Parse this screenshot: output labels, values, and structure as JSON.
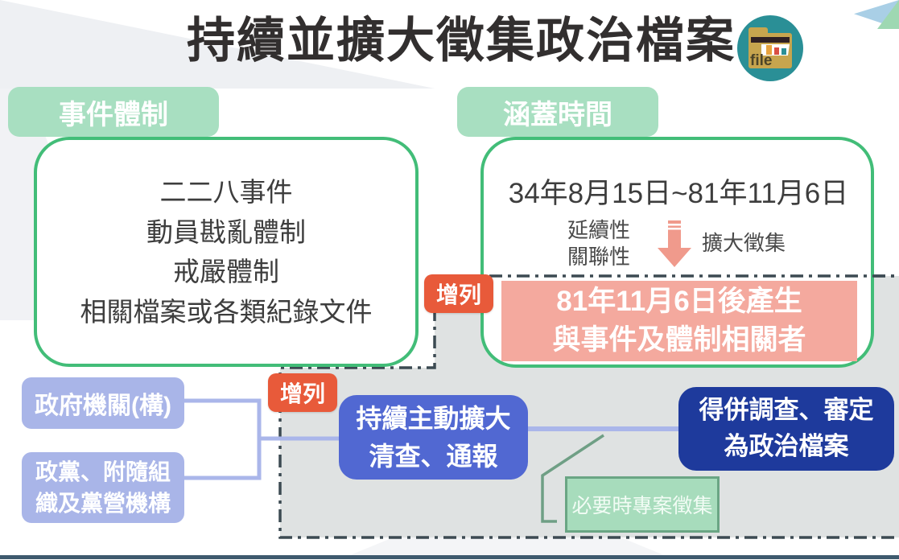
{
  "title": {
    "text": "持續並擴大徵集政治檔案",
    "icon_label": "file"
  },
  "event_section": {
    "label": "事件體制",
    "items": [
      "二二八事件",
      "動員戡亂體制",
      "戒嚴體制",
      "相關檔案或各類紀錄文件"
    ]
  },
  "time_section": {
    "label": "涵蓋時間",
    "date_range": "34年8月15日~81年11月6日",
    "continuity_lines": [
      "延續性",
      "關聯性"
    ],
    "expand_label": "擴大徵集",
    "added_badge": "增列",
    "post_event_lines": [
      "81年11月6日後產生",
      "與事件及體制相關者"
    ]
  },
  "flow_section": {
    "added_badge": "增列",
    "source_box_1": [
      "政府機關(構)"
    ],
    "source_box_2": [
      "政黨、附隨組",
      "織及黨營機構"
    ],
    "action_box": [
      "持續主動擴大",
      "清查、通報"
    ],
    "result_box": [
      "得併調查、審定",
      "為政治檔案"
    ],
    "note_box": "必要時專案徵集"
  },
  "colors": {
    "green_label": "#a8dfc1",
    "green_border": "#42bd78",
    "salmon_box": "#f4a99e",
    "salmon_arrow": "#f09a8c",
    "orange_badge": "#e85a3a",
    "periwinkle": "#a9b5e8",
    "blue_box": "#5168d2",
    "navy_box": "#1e3a9c",
    "container_fill": "#dfe2e2",
    "dash_border": "#3c4a52",
    "note_fill": "#a7dcbc",
    "note_border": "#6aa584",
    "icon_teal": "#2a8f96",
    "icon_folder": "#c7a54e",
    "bottom_bar": "#3e5a6e"
  }
}
